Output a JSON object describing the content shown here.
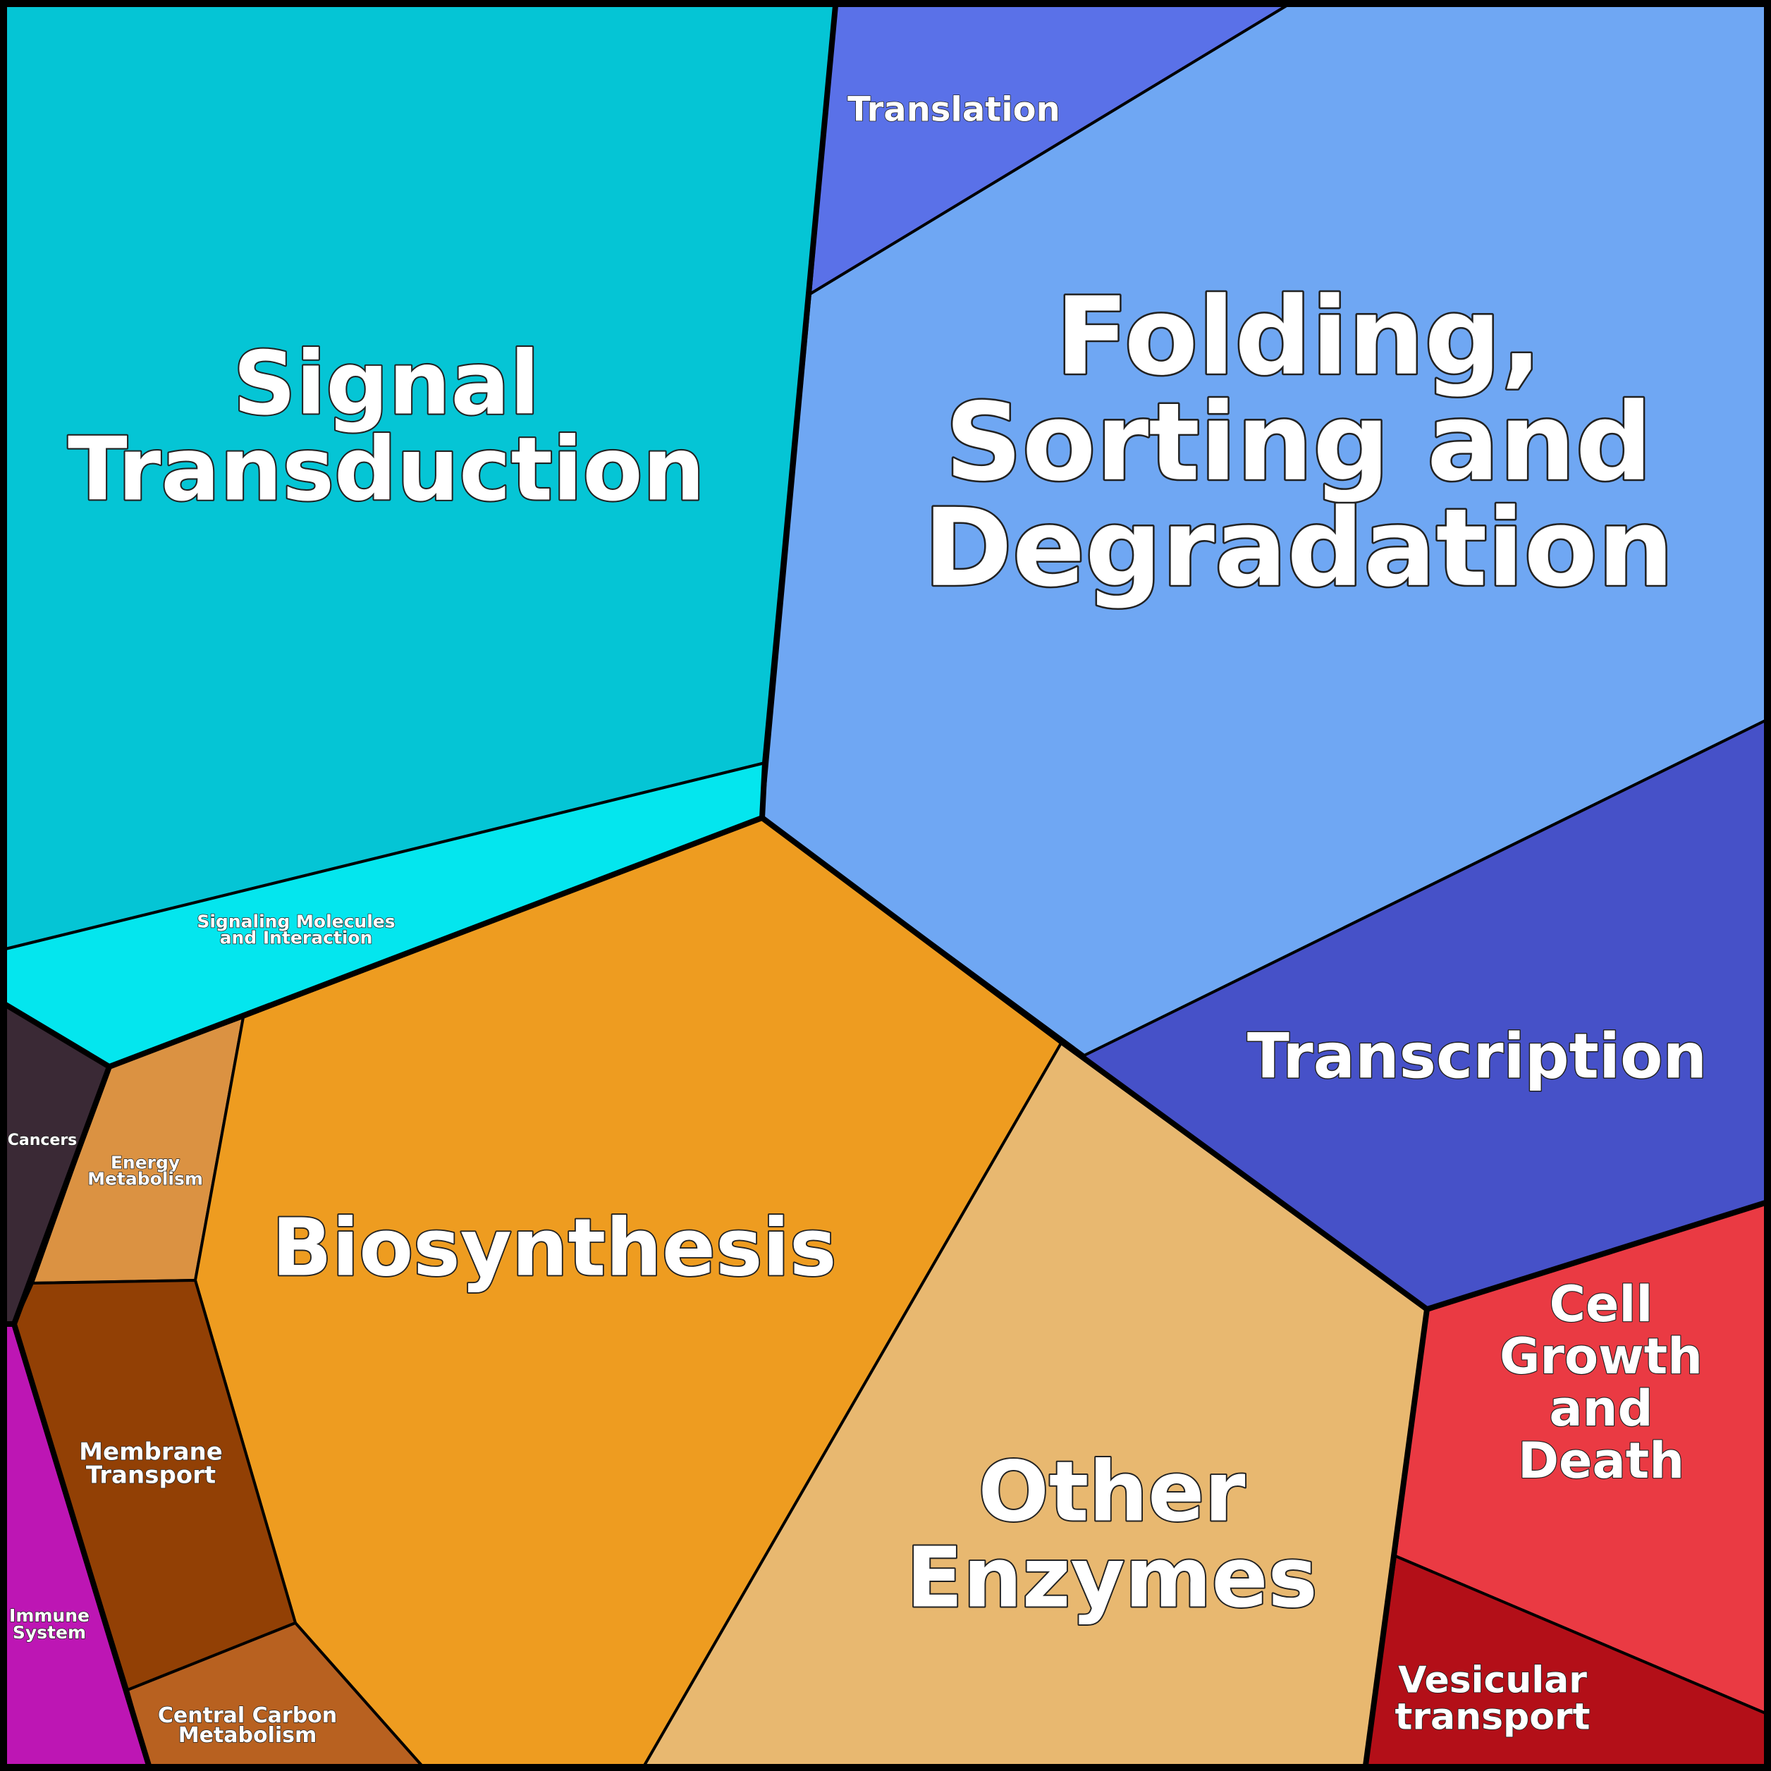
{
  "diagram": {
    "type": "voronoi-treemap",
    "cells": [
      {
        "id": "signal-transduction",
        "label": [
          "Signal",
          "Transduction"
        ],
        "color": "#05c5d5"
      },
      {
        "id": "signaling-molecules",
        "label": [
          "Signaling Molecules",
          "and Interaction"
        ],
        "color": "#04e6ee"
      },
      {
        "id": "translation",
        "label": [
          "Translation"
        ],
        "color": "#5a71e8"
      },
      {
        "id": "folding-sorting-degradation",
        "label": [
          "Folding,",
          "Sorting and",
          "Degradation"
        ],
        "color": "#6fa7f3"
      },
      {
        "id": "transcription",
        "label": [
          "Transcription"
        ],
        "color": "#4651c8"
      },
      {
        "id": "cancers",
        "label": [
          "Cancers"
        ],
        "color": "#3a2935"
      },
      {
        "id": "energy-metabolism",
        "label": [
          "Energy",
          "Metabolism"
        ],
        "color": "#db9242"
      },
      {
        "id": "biosynthesis",
        "label": [
          "Biosynthesis"
        ],
        "color": "#ee9c20"
      },
      {
        "id": "membrane-transport",
        "label": [
          "Membrane",
          "Transport"
        ],
        "color": "#924005"
      },
      {
        "id": "central-carbon-metabolism",
        "label": [
          "Central Carbon",
          "Metabolism"
        ],
        "color": "#b86120"
      },
      {
        "id": "immune-system",
        "label": [
          "Immune",
          "System"
        ],
        "color": "#bd16b4"
      },
      {
        "id": "other-enzymes",
        "label": [
          "Other",
          "Enzymes"
        ],
        "color": "#e8b870"
      },
      {
        "id": "cell-growth-death",
        "label": [
          "Cell",
          "Growth",
          "and",
          "Death"
        ],
        "color": "#ea3a43"
      },
      {
        "id": "vesicular-transport",
        "label": [
          "Vesicular",
          "transport"
        ],
        "color": "#b30f18"
      }
    ]
  }
}
